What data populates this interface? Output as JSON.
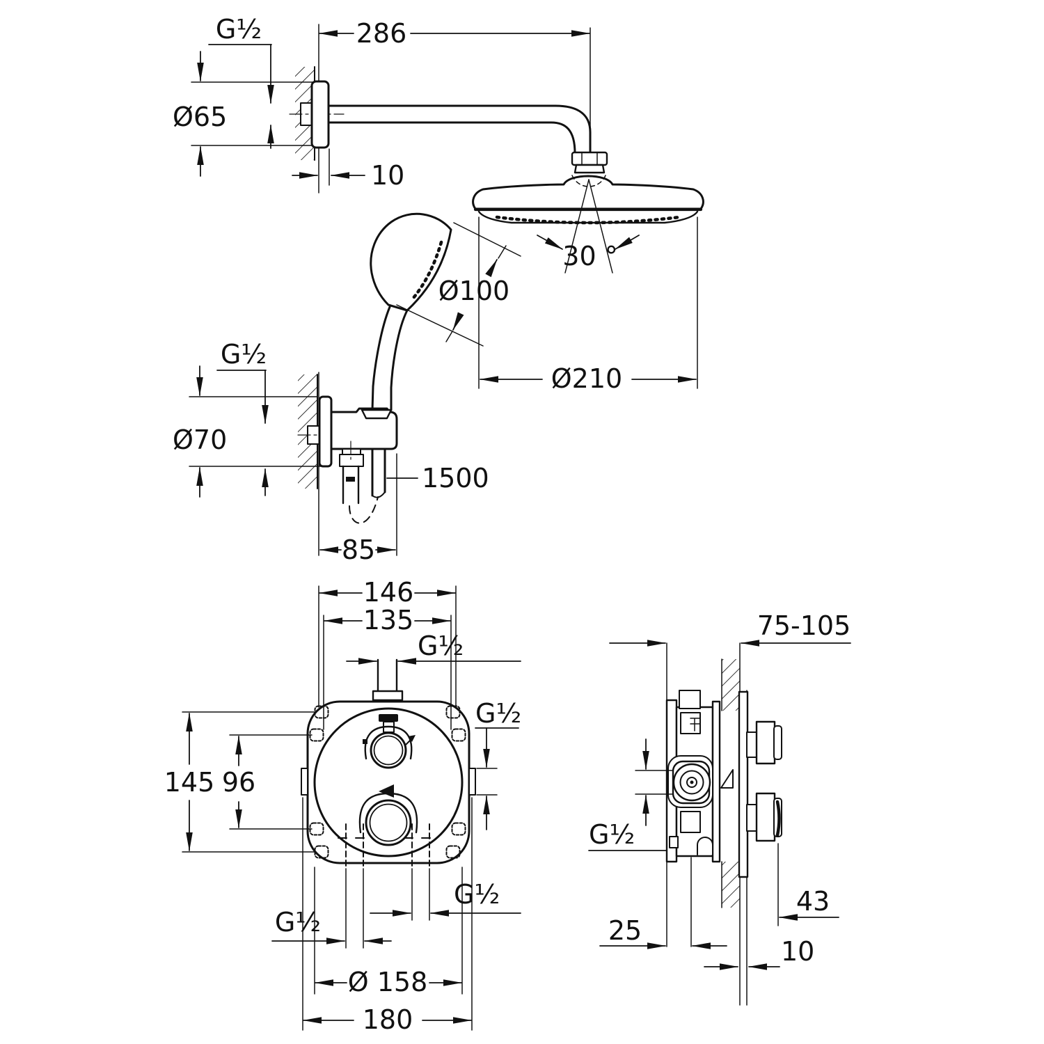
{
  "head_shower": {
    "thread": "G¹⁄₂",
    "arm_projection": "286",
    "flange_diameter": "Ø65",
    "flange_depth": "10",
    "spray_angle": "30 °",
    "hand_diameter": "Ø100",
    "head_diameter": "Ø210"
  },
  "holder": {
    "thread": "G¹⁄₂",
    "flange_diameter": "Ø70",
    "hose_length": "1500",
    "projection": "85"
  },
  "mixer_front": {
    "width_outer": "146",
    "width_inner": "135",
    "thread_top": "G¹⁄₂",
    "thread_right": "G¹⁄₂",
    "height_outer": "145",
    "height_inner": "96",
    "thread_bottom_left": "G¹⁄₂",
    "thread_bottom_right": "G¹⁄₂",
    "plate_diameter": "Ø 158",
    "overall_width": "180"
  },
  "mixer_side": {
    "depth_range": "75-105",
    "thread": "G¹⁄₂",
    "handle_projection": "43",
    "min_depth": "25",
    "wall_thickness": "10"
  },
  "colors": {
    "line": "#111111",
    "background": "#ffffff"
  }
}
